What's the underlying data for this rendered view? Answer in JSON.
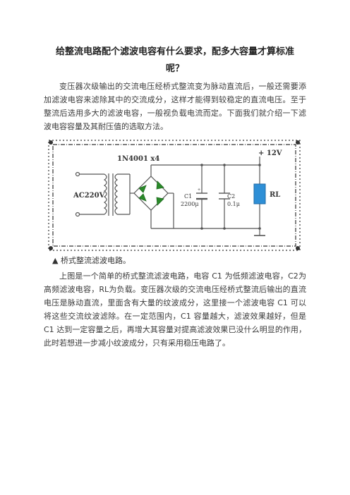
{
  "article": {
    "title_line1": "给整流电路配个滤波电容有什么要求，配多大容量才算标准",
    "title_line2": "呢？",
    "intro": "变压器次级输出的交流电压经桥式整流变为脉动直流后，一般还需要添加滤波电容来滤除其中的交流成分，这样才能得到较稳定的直流电压。至于整流后选用多大的滤波电容，一般视负载电流而定。下面我们就介绍一下滤波电容容量及其耐压值的选取方法。",
    "caption": "▲ 桥式整流滤波电路。",
    "body": "上图是一个简单的桥式整流滤波电路，电容 C1 为低频滤波电容，C2为高频滤波电容，RL为负载。变压器次级的交流电压经桥式整流后输出的直流电压是脉动直流，里面含有大量的纹波成分，这里接一个滤波电容 C1 可以将这些交流纹波滤除。在一定范围内，C1 容量越大，滤波效果越好，但是 C1 达到一定容量之后，再增大其容量对提高滤波效果已没什么明显的作用，此时若想进一步减小纹波成分，只有采用稳压电路了。"
  },
  "circuit": {
    "diode_label": "1N4001 x4",
    "source_label": "AC220V",
    "output_label": "+ 12V",
    "c1_name": "C1",
    "c1_value": "2200μ",
    "c2_name": "C2",
    "c2_value": "0.1μ",
    "load_label": "RL",
    "colors": {
      "wire": "#555555",
      "diode": "#2a8a2a",
      "load": "#2e8fd6",
      "frame": "#333333"
    }
  }
}
